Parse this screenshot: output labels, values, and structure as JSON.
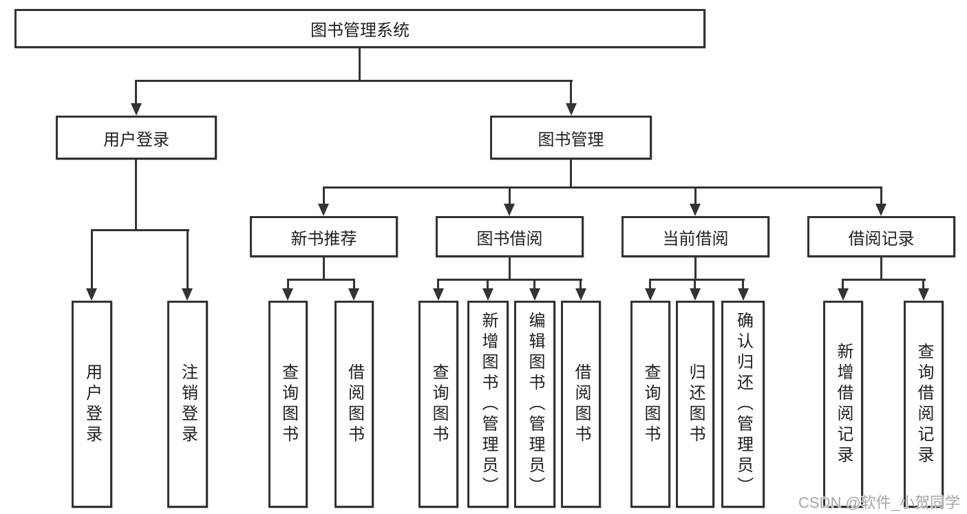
{
  "diagram": {
    "type": "hierarchy-tree",
    "root": {
      "label": "图书管理系统",
      "children": [
        {
          "label": "用户登录",
          "children": [
            {
              "label": "用户登录"
            },
            {
              "label": "注销登录"
            }
          ]
        },
        {
          "label": "图书管理",
          "children": [
            {
              "label": "新书推荐",
              "children": [
                {
                  "label": "查询图书"
                },
                {
                  "label": "借阅图书"
                }
              ]
            },
            {
              "label": "图书借阅",
              "children": [
                {
                  "label": "查询图书"
                },
                {
                  "label": "新增图书（管理员）"
                },
                {
                  "label": "编辑图书（管理员）"
                },
                {
                  "label": "借阅图书"
                }
              ]
            },
            {
              "label": "当前借阅",
              "children": [
                {
                  "label": "查询图书"
                },
                {
                  "label": "归还图书"
                },
                {
                  "label": "确认归还（管理员）"
                }
              ]
            },
            {
              "label": "借阅记录",
              "children": [
                {
                  "label": "新增借阅记录"
                },
                {
                  "label": "查询借阅记录"
                }
              ]
            }
          ]
        }
      ]
    }
  },
  "watermark": {
    "text": "CSDN @软件_小贺同学"
  },
  "colors": {
    "line": "#333333",
    "text": "#1f1f1f",
    "box_background": "#ffffff",
    "page_background": "#ffffff",
    "watermark": "#a6a6a6"
  }
}
